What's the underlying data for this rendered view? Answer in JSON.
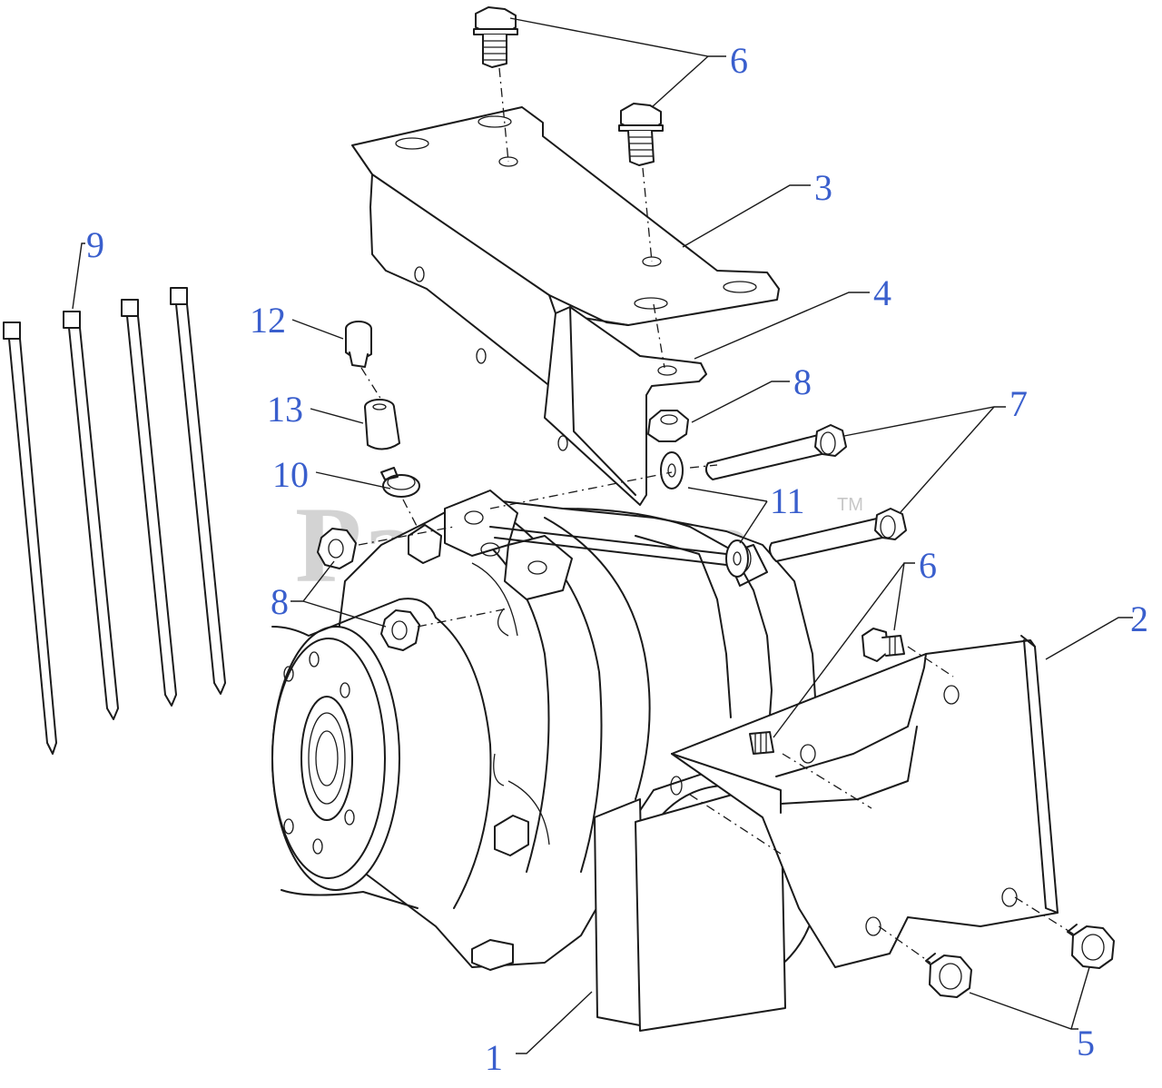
{
  "watermark": {
    "text": "PartsTree",
    "trademark": "TM"
  },
  "colors": {
    "callout": "#3a5fcd",
    "line": "#1a1a1a",
    "watermark": "#b0b0b0"
  },
  "callouts": {
    "c1": "1",
    "c2": "2",
    "c3": "3",
    "c4": "4",
    "c5": "5",
    "c6_top": "6",
    "c6_mid": "6",
    "c7": "7",
    "c8_top": "8",
    "c8_left": "8",
    "c9": "9",
    "c10": "10",
    "c11": "11",
    "c12": "12",
    "c13": "13"
  }
}
